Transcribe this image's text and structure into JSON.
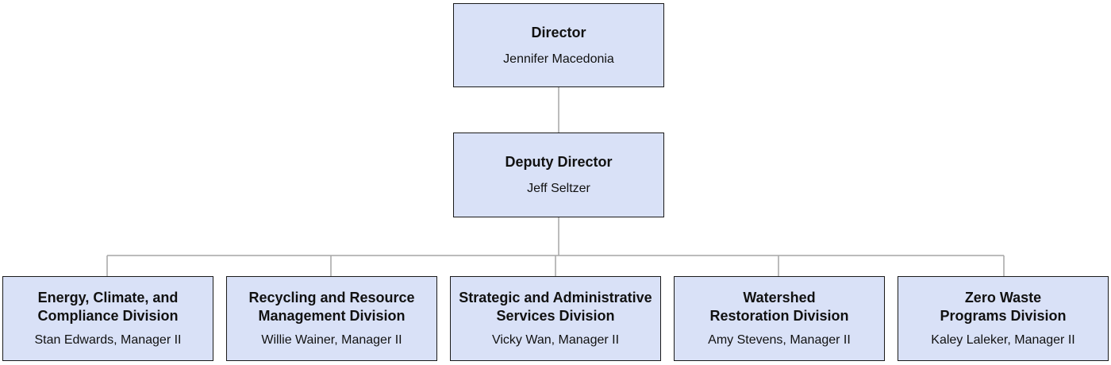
{
  "colors": {
    "box_fill": "#d9e1f7",
    "box_border": "#1a1a1a",
    "connector": "#a6a6a6"
  },
  "director": {
    "title": "Director",
    "name": "Jennifer Macedonia"
  },
  "deputy": {
    "title": "Deputy Director",
    "name": "Jeff Seltzer"
  },
  "divisions": [
    {
      "title_line1": "Energy, Climate, and",
      "title_line2": "Compliance Division",
      "manager": "Stan Edwards, Manager II"
    },
    {
      "title_line1": "Recycling and Resource",
      "title_line2": "Management Division",
      "manager": "Willie Wainer, Manager II"
    },
    {
      "title_line1": "Strategic and Administrative",
      "title_line2": "Services Division",
      "manager": "Vicky Wan, Manager II"
    },
    {
      "title_line1": "Watershed",
      "title_line2": "Restoration Division",
      "manager": "Amy Stevens, Manager II"
    },
    {
      "title_line1": "Zero Waste",
      "title_line2": "Programs Division",
      "manager": "Kaley Laleker, Manager II"
    }
  ]
}
